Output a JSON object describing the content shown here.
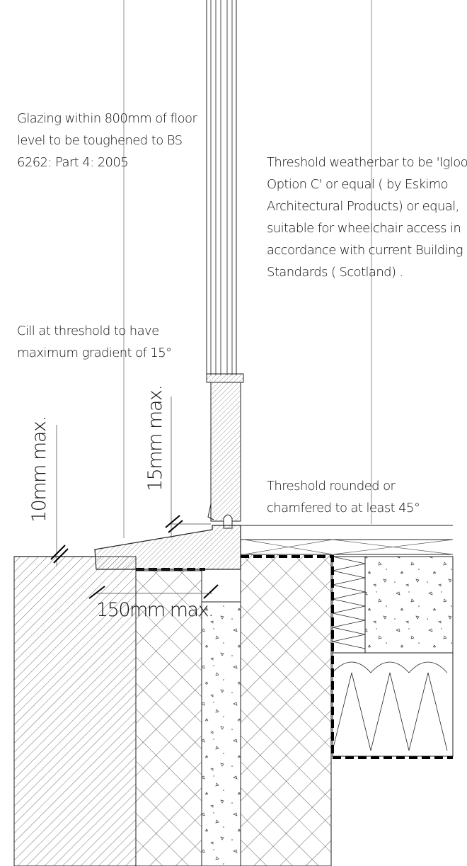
{
  "notes": {
    "glazing": [
      "Glazing within 800mm of floor",
      "level to be toughened to BS",
      "6262: Part 4: 2005"
    ],
    "weatherbar": [
      "Threshold weatherbar to be 'Igloo",
      "Option C' or equal ( by Eskimo",
      "Architectural Products) or equal,",
      "suitable for wheelchair access in",
      "accordance with current Building",
      "Standards ( Scotland) ."
    ],
    "cill": [
      "Cill at threshold to have",
      "maximum gradient of 15°"
    ],
    "threshold_round": [
      "Threshold rounded or",
      "chamfered to at least 45°"
    ]
  },
  "dimensions": {
    "ten_mm": "10mm max.",
    "fifteen_mm": "15mm max.",
    "one_fifty_mm": "150mm max."
  }
}
